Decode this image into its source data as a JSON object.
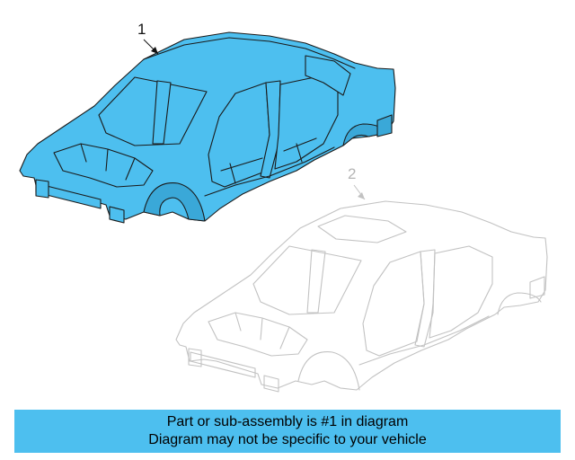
{
  "colors": {
    "highlight_fill": "#4dbfef",
    "highlight_stroke": "#1a1a1a",
    "ghost_stroke": "#c2c2c2",
    "banner_bg": "#4dbfef"
  },
  "diagram": {
    "parts": [
      {
        "callout": "1",
        "name": "Body shell",
        "highlighted": true
      },
      {
        "callout": "2",
        "name": "Body shell",
        "highlighted": false
      }
    ]
  },
  "info_bar": {
    "line1": "Part or sub-assembly is #1 in diagram",
    "line2": "Diagram may not be specific to your vehicle"
  }
}
